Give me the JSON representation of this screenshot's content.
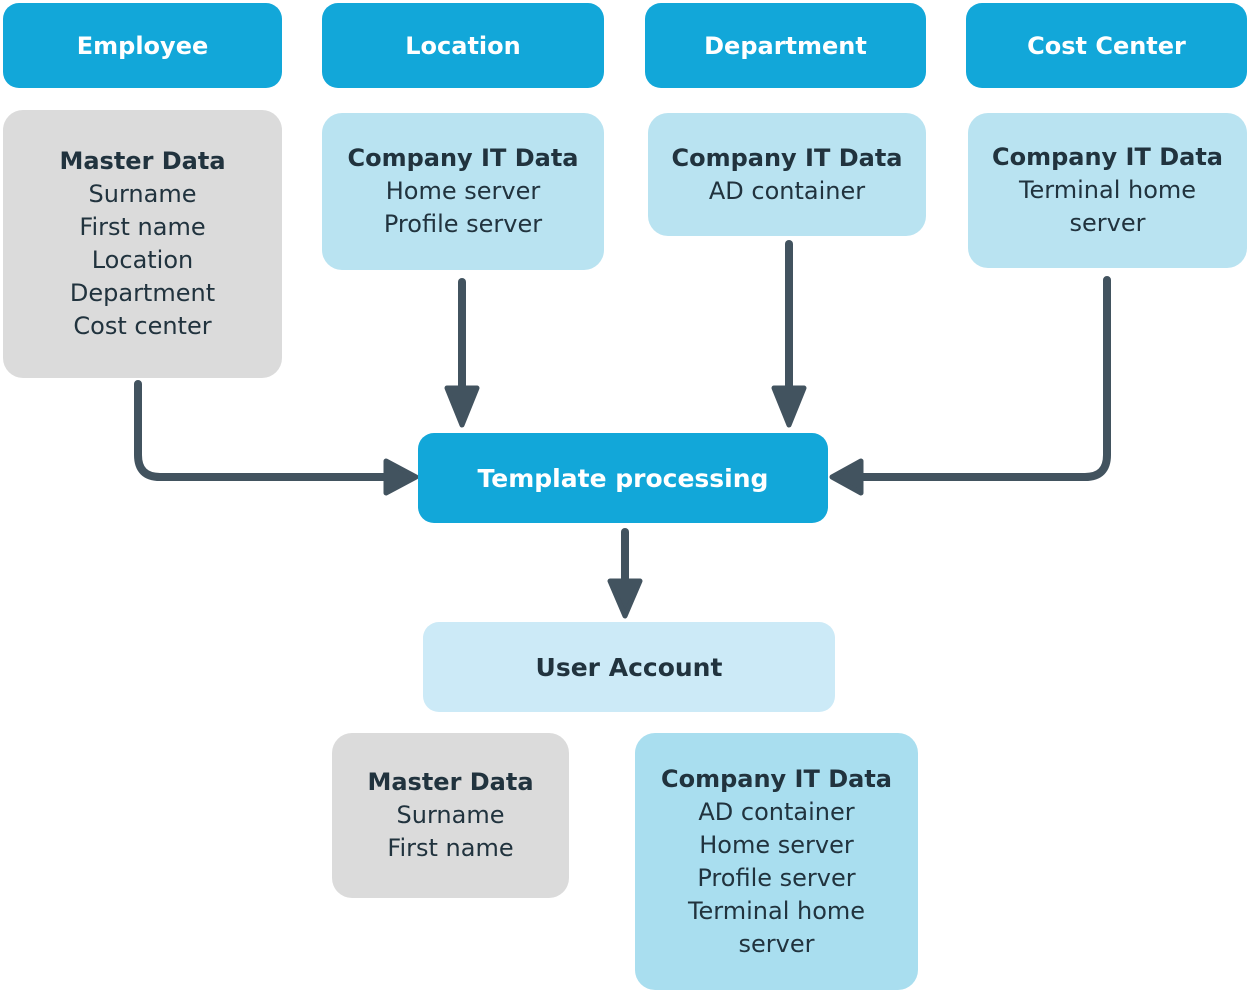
{
  "colors": {
    "header-bg": "#12A7D9",
    "box-blue": "#B9E3F1",
    "box-blue-strong": "#A9DEEF",
    "box-account": "#CCEAF7",
    "box-gray": "#DBDBDB",
    "text-dark": "#21333E",
    "text-light": "#FFFFFF",
    "arrow": "#42535F"
  },
  "columns": [
    {
      "header": "Employee",
      "box": {
        "title": "Master Data",
        "items": [
          "Surname",
          "First name",
          "Location",
          "Department",
          "Cost center"
        ]
      }
    },
    {
      "header": "Location",
      "box": {
        "title": "Company IT Data",
        "items": [
          "Home server",
          "Profile server"
        ]
      }
    },
    {
      "header": "Department",
      "box": {
        "title": "Company IT Data",
        "items": [
          "AD container"
        ]
      }
    },
    {
      "header": "Cost Center",
      "box": {
        "title": "Company IT Data",
        "items": [
          "Terminal home server"
        ]
      }
    }
  ],
  "process": {
    "label": "Template processing"
  },
  "account": {
    "label": "User Account"
  },
  "results": [
    {
      "title": "Master Data",
      "items": [
        "Surname",
        "First name"
      ]
    },
    {
      "title": "Company IT Data",
      "items": [
        "AD container",
        "Home server",
        "Profile server",
        "Terminal home server"
      ]
    }
  ]
}
